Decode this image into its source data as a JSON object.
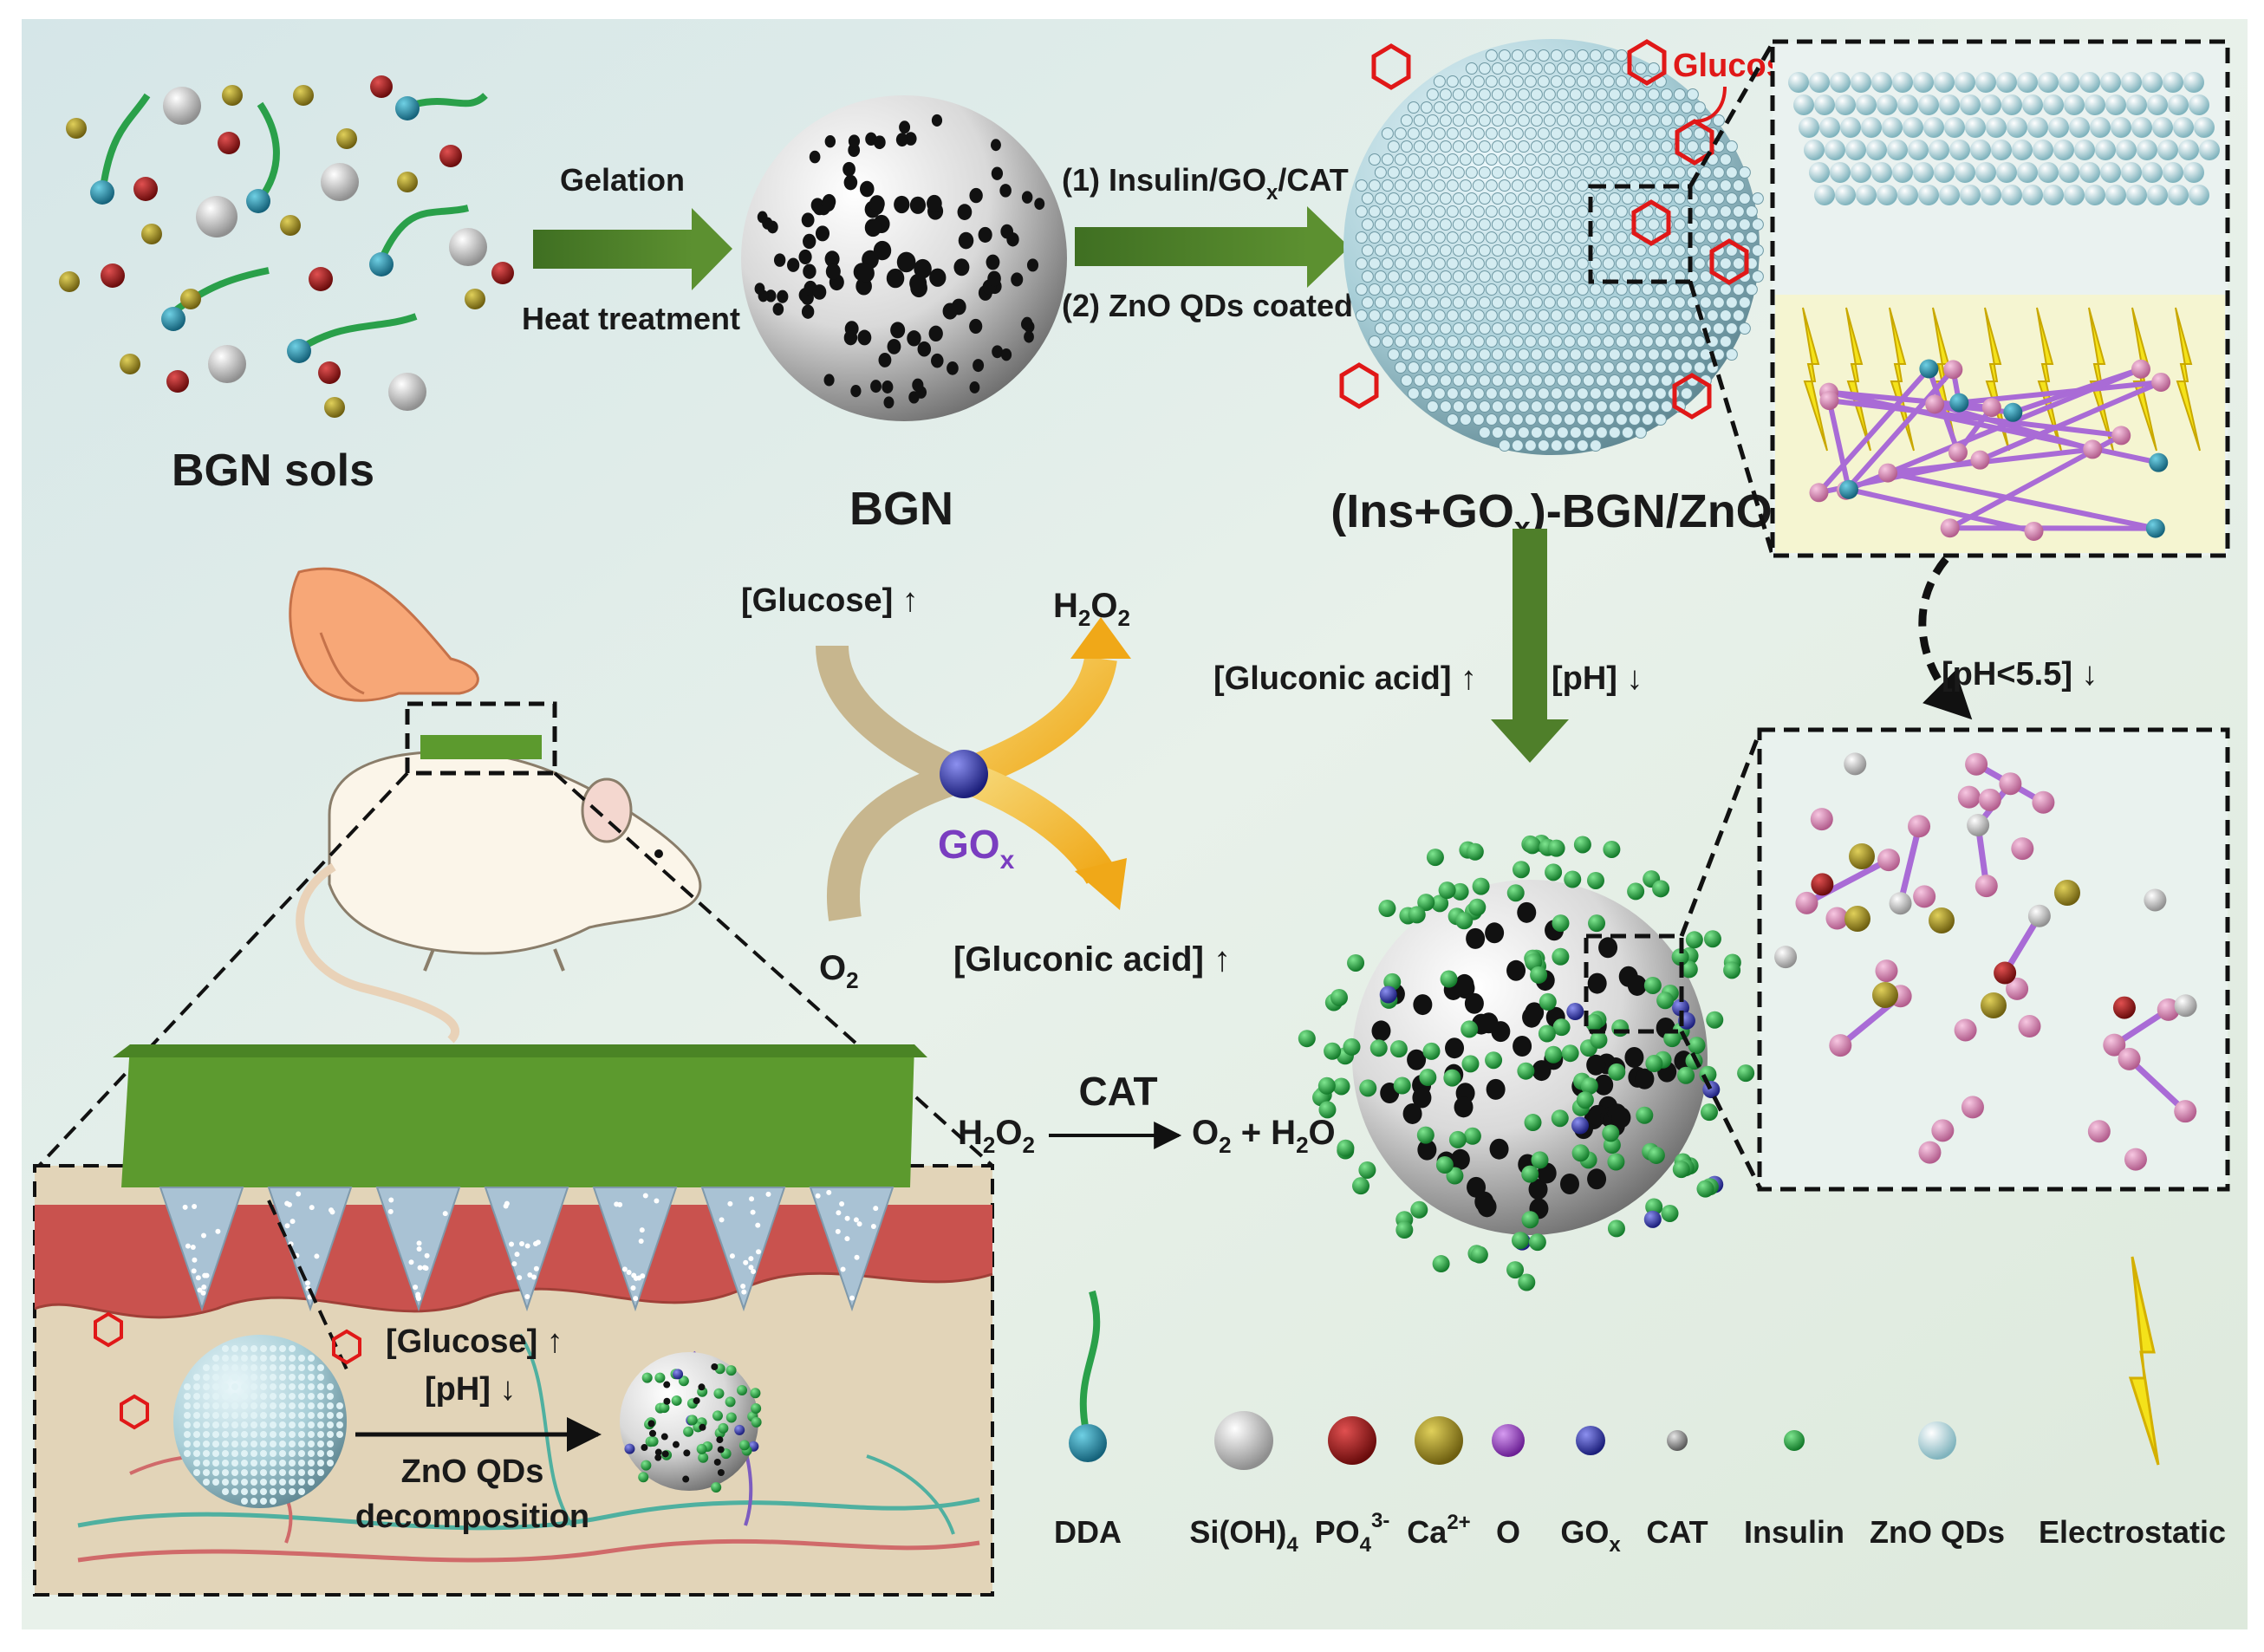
{
  "top": {
    "bgn_sols": "BGN sols",
    "gelation": "Gelation",
    "heat_treatment": "Heat treatment",
    "bgn": "BGN",
    "step1_prefix": "(1) Insulin/GO",
    "step1_sub": "x",
    "step1_suffix": "/CAT",
    "step2": "(2) ZnO QDs coated",
    "glucose": "Glucose",
    "composite_prefix": "(Ins+GO",
    "composite_sub": "x",
    "composite_suffix": ")-BGN/ZnO"
  },
  "reaction": {
    "glucose_up": "[Glucose]",
    "h2o2_main": "H",
    "h2o2_sub1": "2",
    "h2o2_mid": "O",
    "h2o2_sub2": "2",
    "gox_main": "GO",
    "gox_sub": "x",
    "o2_main": "O",
    "o2_sub": "2",
    "gluconic_acid": "[Gluconic acid]",
    "cat": "CAT",
    "cat_left_main": "H",
    "cat_left_sub1": "2",
    "cat_left_mid": "O",
    "cat_left_sub2": "2",
    "cat_right": "O",
    "cat_right_sub": "2",
    "cat_right_tail": " + H",
    "cat_right_sub2": "2",
    "cat_right_end": "O"
  },
  "middle": {
    "gluconic_acid": "[Gluconic acid]",
    "ph": "[pH]",
    "ph_threshold": "[pH<5.5]"
  },
  "skin": {
    "glucose_up": "[Glucose]",
    "ph_down": "[pH]",
    "zno_line1": "ZnO QDs",
    "zno_line2": "decomposition"
  },
  "legend": [
    {
      "label": "DDA",
      "sup": "",
      "sub": "",
      "icon": "dda-icon",
      "color": "#2a8fa8"
    },
    {
      "label": "Si(OH)",
      "sup": "",
      "sub": "4",
      "icon": "si-oh-4-icon",
      "color": "#f2f2f2"
    },
    {
      "label": "PO",
      "sup": "3-",
      "sub": "4",
      "icon": "po4-icon",
      "color": "#b01c1c"
    },
    {
      "label": "Ca",
      "sup": "2+",
      "sub": "",
      "icon": "ca-icon",
      "color": "#b8a12a"
    },
    {
      "label": "O",
      "sup": "",
      "sub": "",
      "icon": "oxygen-icon",
      "color": "#a24fd6"
    },
    {
      "label": "GO",
      "sup": "",
      "sub": "x",
      "icon": "gox-icon",
      "color": "#3a3fb8"
    },
    {
      "label": "CAT",
      "sup": "",
      "sub": "",
      "icon": "cat-icon",
      "color": "#9a9a9a"
    },
    {
      "label": "Insulin",
      "sup": "",
      "sub": "",
      "icon": "insulin-icon",
      "color": "#2db34a"
    },
    {
      "label": "ZnO QDs",
      "sup": "",
      "sub": "",
      "icon": "zno-qds-icon",
      "color": "#bfe6ec"
    },
    {
      "label": "Electrostatic",
      "sup": "",
      "sub": "",
      "icon": "electrostatic-icon",
      "color": "#f4e21a"
    }
  ]
}
